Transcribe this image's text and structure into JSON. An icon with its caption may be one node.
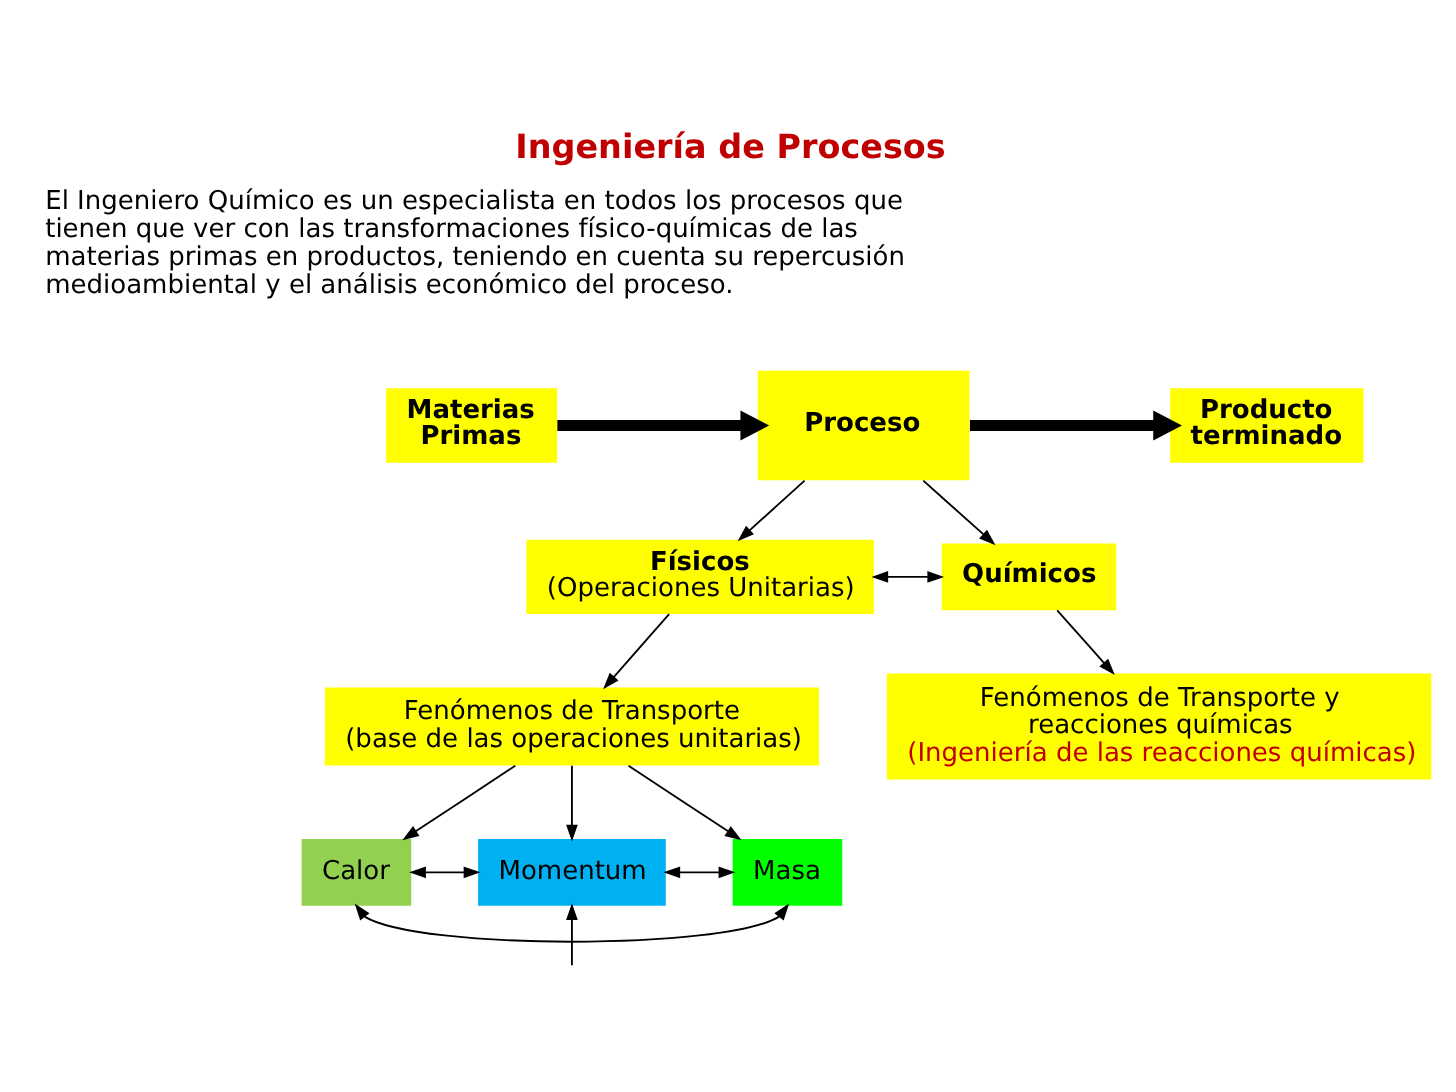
{
  "diagram": {
    "title": "Ingeniería de Procesos",
    "nodes": [
      {
        "text": [
          "Materias Primas"
        ]
      },
      {
        "text": [
          "Proceso"
        ]
      },
      {
        "text": [
          "Producto terminado"
        ]
      },
      {
        "text": [
          "Físicos",
          "(Operaciones Unitarias)"
        ]
      },
      {
        "text": [
          "Químicos"
        ]
      },
      {
        "text": [
          "Fenómenos de Transporte",
          "(base de las operaciones unitarias)"
        ]
      },
      {
        "text": [
          "Fenómenos de Transporte y reacciones químicas",
          "(Ingeniería de las reacciones químicas)"
        ]
      },
      {
        "text": [
          "Calor"
        ]
      },
      {
        "text": [
          "Momentum"
        ]
      },
      {
        "text": [
          "Masa"
        ]
      }
    ],
    "edges": [
      {
        "from": 0,
        "to": 1,
        "arrow": "to",
        "style": "thick"
      },
      {
        "from": 1,
        "to": 2,
        "arrow": "to",
        "style": "thick"
      },
      {
        "from": 1,
        "to": 3,
        "arrow": "to"
      },
      {
        "from": 1,
        "to": 4,
        "arrow": "to"
      },
      {
        "from": 3,
        "to": 4,
        "arrow": "both"
      },
      {
        "from": 3,
        "to": 5,
        "arrow": "to"
      },
      {
        "from": 4,
        "to": 6,
        "arrow": "to"
      },
      {
        "from": 5,
        "to": 7,
        "arrow": "to"
      },
      {
        "from": 5,
        "to": 8,
        "arrow": "to"
      },
      {
        "from": 5,
        "to": 9,
        "arrow": "to"
      },
      {
        "from": 7,
        "to": 8,
        "arrow": "both"
      },
      {
        "from": 8,
        "to": 9,
        "arrow": "both"
      },
      {
        "from": 7,
        "to": 9,
        "arrow": "both"
      },
      {
        "from": null,
        "to": 8,
        "arrow": "to"
      }
    ],
    "labels": [
      "El Ingeniero Químico es un especialista en todos los procesos que tienen que ver con las transformaciones físico-químicas de las materias primas en productos, teniendo en cuenta su repercusión medioambiental y el análisis económico del proceso."
    ]
  }
}
